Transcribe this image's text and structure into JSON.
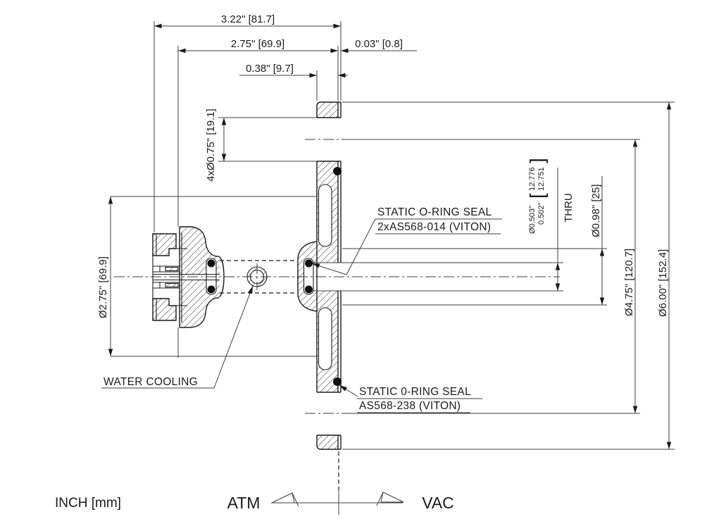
{
  "footer": {
    "units_label": "INCH [mm]"
  },
  "flow": {
    "left_label": "ATM",
    "right_label": "VAC"
  },
  "dimensions": {
    "overall_length": "3.22\" [81.7]",
    "body_length": "2.75\" [69.9]",
    "face_step": "0.03\" [0.8]",
    "flange_thickness": "0.38\" [9.7]",
    "bolt_holes": "4xØ0.75\" [19.1]",
    "body_diameter": "Ø2.75\" [69.9]",
    "bore": {
      "inch_upper": "Ø0.503\"",
      "inch_lower": "0.502\"",
      "bracket_open": "[",
      "mm_upper": "12.776",
      "mm_lower": "12.751",
      "bracket_close": "]",
      "thru": "THRU"
    },
    "counterbore_diameter": "Ø0.98\" [25]",
    "bolt_circle_diameter": "Ø4.75\" [120.7]",
    "flange_diameter": "Ø6.00\" [152.4]"
  },
  "callouts": {
    "oring_vac_line1": "STATIC O-RING SEAL",
    "oring_vac_line2": "2xAS568-014 (VITON)",
    "water_cooling": "WATER COOLING",
    "oring_face_line1": "STATIC 0-RING SEAL",
    "oring_face_line2": "AS568-238 (VITON)"
  },
  "colors": {
    "line": "#1a1a1a",
    "background": "#ffffff",
    "oring_fill": "#111111"
  }
}
